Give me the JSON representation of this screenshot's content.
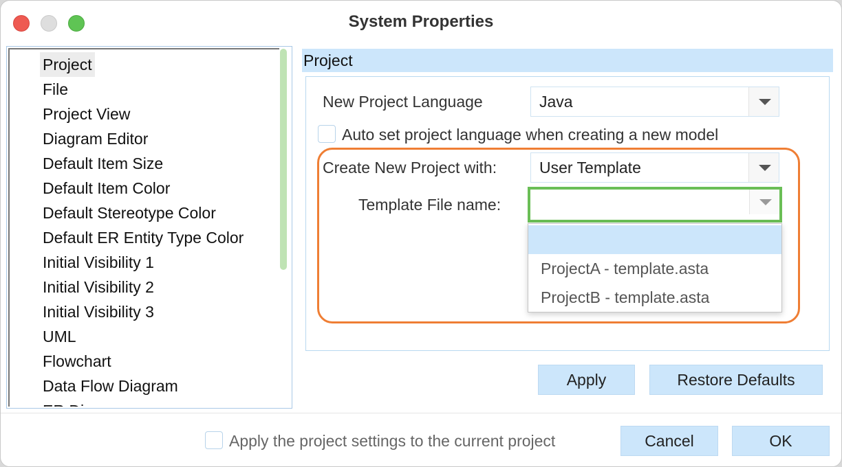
{
  "window": {
    "title": "System Properties"
  },
  "categories": [
    "Project",
    "File",
    "Project View",
    "Diagram Editor",
    "Default Item Size",
    "Default Item Color",
    "Default Stereotype Color",
    "Default ER Entity Type Color",
    "Initial Visibility 1",
    "Initial Visibility 2",
    "Initial Visibility 3",
    "UML",
    "Flowchart",
    "Data Flow Diagram",
    "ER Diagram"
  ],
  "selected_category": "Project",
  "panel": {
    "header": "Project",
    "language_label": "New Project Language",
    "language_value": "Java",
    "auto_set_label": "Auto set project language when creating a new model",
    "create_with_label": "Create New Project with:",
    "create_with_value": "User Template",
    "template_label": "Template File name:",
    "template_value": "",
    "template_options": [
      "",
      "ProjectA - template.asta",
      "ProjectB - template.asta"
    ]
  },
  "buttons": {
    "apply": "Apply",
    "restore": "Restore Defaults",
    "cancel": "Cancel",
    "ok": "OK"
  },
  "footer": {
    "apply_to_current_label": "Apply the project settings to the current project"
  },
  "colors": {
    "highlight_orange": "#ef7e34",
    "focus_green": "#6abe56",
    "selection_blue": "#cce6fb"
  }
}
